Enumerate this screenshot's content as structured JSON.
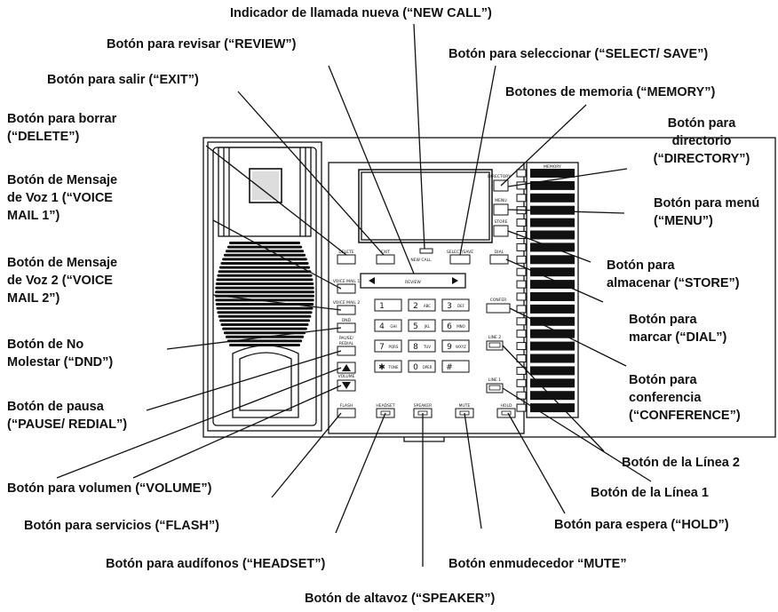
{
  "labels": {
    "new_call": "Indicador de llamada nueva (“NEW CALL”)",
    "review": "Botón para revisar (“REVIEW”)",
    "select_save": "Botón para seleccionar (“SELECT/ SAVE”)",
    "exit": "Botón para salir (“EXIT”)",
    "memory": "Botones de memoria (“MEMORY”)",
    "delete_1": "Botón para borrar",
    "delete_2": "(“DELETE”)",
    "directory_1": "Botón para",
    "directory_2": "directorio",
    "directory_3": "(“DIRECTORY”)",
    "vm1_1": "Botón de Mensaje",
    "vm1_2": "de Voz 1 (“VOICE",
    "vm1_3": "MAIL 1”)",
    "menu_1": "Botón para menú",
    "menu_2": "(“MENU”)",
    "store_1": "Botón para",
    "store_2": "almacenar (“STORE”)",
    "vm2_1": "Botón de Mensaje",
    "vm2_2": "de Voz 2 (“VOICE",
    "vm2_3": "MAIL 2”)",
    "dial_1": "Botón para",
    "dial_2": "marcar (“DIAL”)",
    "dnd_1": "Botón de No",
    "dnd_2": "Molestar (“DND”)",
    "conference_1": "Botón para",
    "conference_2": "conferencia",
    "conference_3": "(“CONFERENCE”)",
    "pause_1": "Botón de pausa",
    "pause_2": "(“PAUSE/ REDIAL”)",
    "line2": "Botón de la Línea 2",
    "volume": "Botón para volumen (“VOLUME”)",
    "line1": "Botón de la Línea 1",
    "flash": "Botón para servicios (“FLASH”)",
    "hold": "Botón para espera (“HOLD”)",
    "headset": "Botón para audífonos (“HEADSET”)",
    "mute": "Botón enmudecedor  “MUTE”",
    "speaker": "Botón de altavoz (“SPEAKER”)"
  },
  "phone": {
    "key_delete": "DELETE",
    "key_exit": "EXIT",
    "new_call": "NEW CALL",
    "key_select": "SELECT/SAVE",
    "key_dial": "DIAL",
    "key_review": "REVIEW",
    "key_vm1": "VOICE MAIL 1",
    "key_vm2": "VOICE MAIL 2",
    "key_dnd": "DND",
    "key_pause_1": "PAUSE/",
    "key_pause_2": "REDIAL",
    "key_volume": "VOLUME",
    "key_flash": "FLASH",
    "key_headset": "HEADSET",
    "key_speaker": "SPEAKER",
    "key_mute": "MUTE",
    "key_hold": "HOLD",
    "key_conf": "CONFER",
    "key_line2": "LINE 2",
    "key_line1": "LINE 1",
    "key_directory": "DIRECTORY",
    "key_menu": "MENU",
    "key_store": "STORE",
    "memory_header": "MEMORY",
    "dial_keys": [
      {
        "d": "1",
        "l": ""
      },
      {
        "d": "2",
        "l": "ABC"
      },
      {
        "d": "3",
        "l": "DEF"
      },
      {
        "d": "4",
        "l": "GHI"
      },
      {
        "d": "5",
        "l": "JKL"
      },
      {
        "d": "6",
        "l": "MNO"
      },
      {
        "d": "7",
        "l": "PQRS"
      },
      {
        "d": "8",
        "l": "TUV"
      },
      {
        "d": "9",
        "l": "WXYZ"
      },
      {
        "d": "✱",
        "l": "TONE"
      },
      {
        "d": "0",
        "l": "OPER"
      },
      {
        "d": "#",
        "l": ""
      }
    ]
  }
}
